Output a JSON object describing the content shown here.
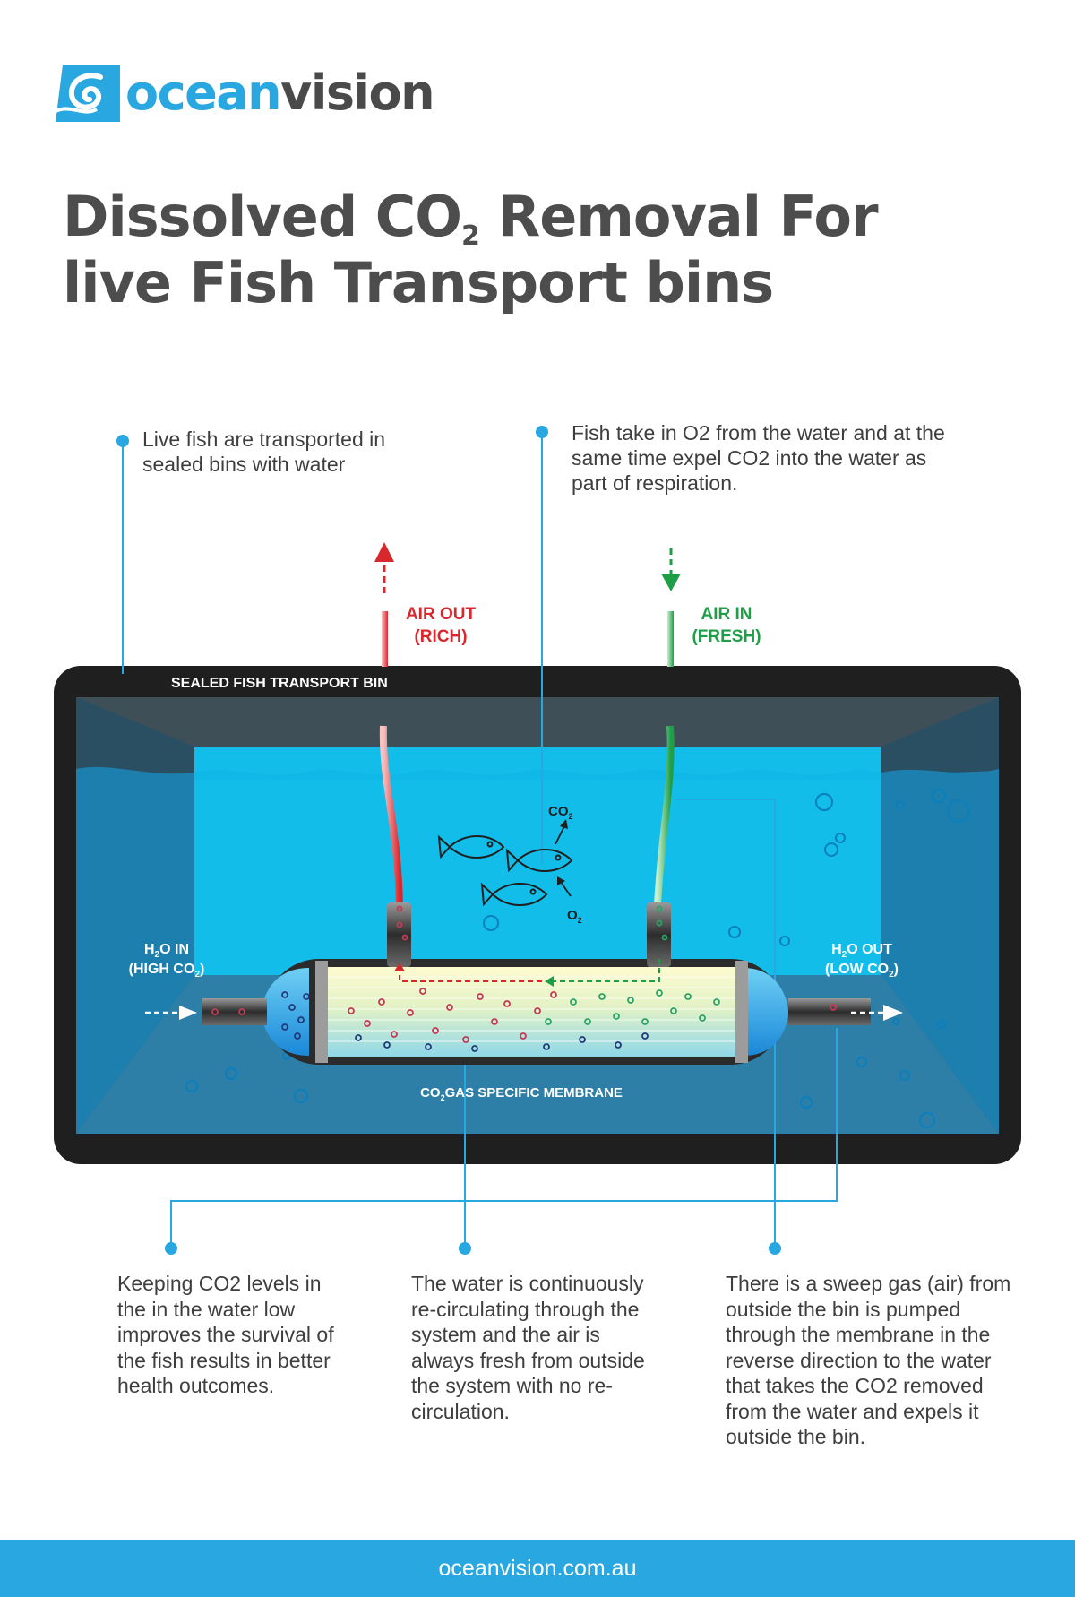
{
  "brand": {
    "name_part1": "ocean",
    "name_part2": "vision",
    "logo_icon": "wave-swirl-icon",
    "accent_color": "#29a7e1"
  },
  "title": {
    "line1_prefix": "Dissolved CO",
    "line1_sub": "2",
    "line1_suffix": " Removal For",
    "line2": "live Fish Transport bins"
  },
  "callouts": {
    "top_left": "Live fish are transported in sealed bins with water",
    "top_right": "Fish take in O2 from the water and at the same time expel CO2 into the water as part of respiration.",
    "bottom_left": "Keeping CO2 levels in the in the water low improves the survival of the fish results in better health outcomes.",
    "bottom_center": "The water is continuously re-circulating through the system and the air is always fresh from outside the system with no re-circulation.",
    "bottom_right": "There is a sweep gas (air) from outside the bin is pumped through the membrane in the reverse direction to the water that takes the CO2 removed from the water and expels it outside the bin."
  },
  "diagram": {
    "bin_label": "SEALED FISH TRANSPORT BIN",
    "air_out_line1": "AIR OUT",
    "air_out_line2": "(RICH)",
    "air_in_line1": "AIR IN",
    "air_in_line2": "(FRESH)",
    "h2o_in": {
      "pre": "H",
      "sub": "2",
      "post": "O IN",
      "line2_pre": "(HIGH CO",
      "line2_sub": "2",
      "line2_post": ")"
    },
    "h2o_out": {
      "pre": "H",
      "sub": "2",
      "post": "O OUT",
      "line2_pre": "(LOW CO",
      "line2_sub": "2",
      "line2_post": ")"
    },
    "co2_label": {
      "pre": "CO",
      "sub": "2"
    },
    "o2_label": {
      "pre": "O",
      "sub": "2"
    },
    "membrane_label": {
      "pre": "CO",
      "sub": "2",
      "post": "GAS SPECIFIC MEMBRANE"
    },
    "colors": {
      "bin_frame": "#1f1f1f",
      "water": "#1ac3ee",
      "air_out": "#d9272e",
      "air_in": "#1f9e48",
      "leader": "#29a7e1"
    }
  },
  "footer": {
    "url": "oceanvision.com.au"
  }
}
